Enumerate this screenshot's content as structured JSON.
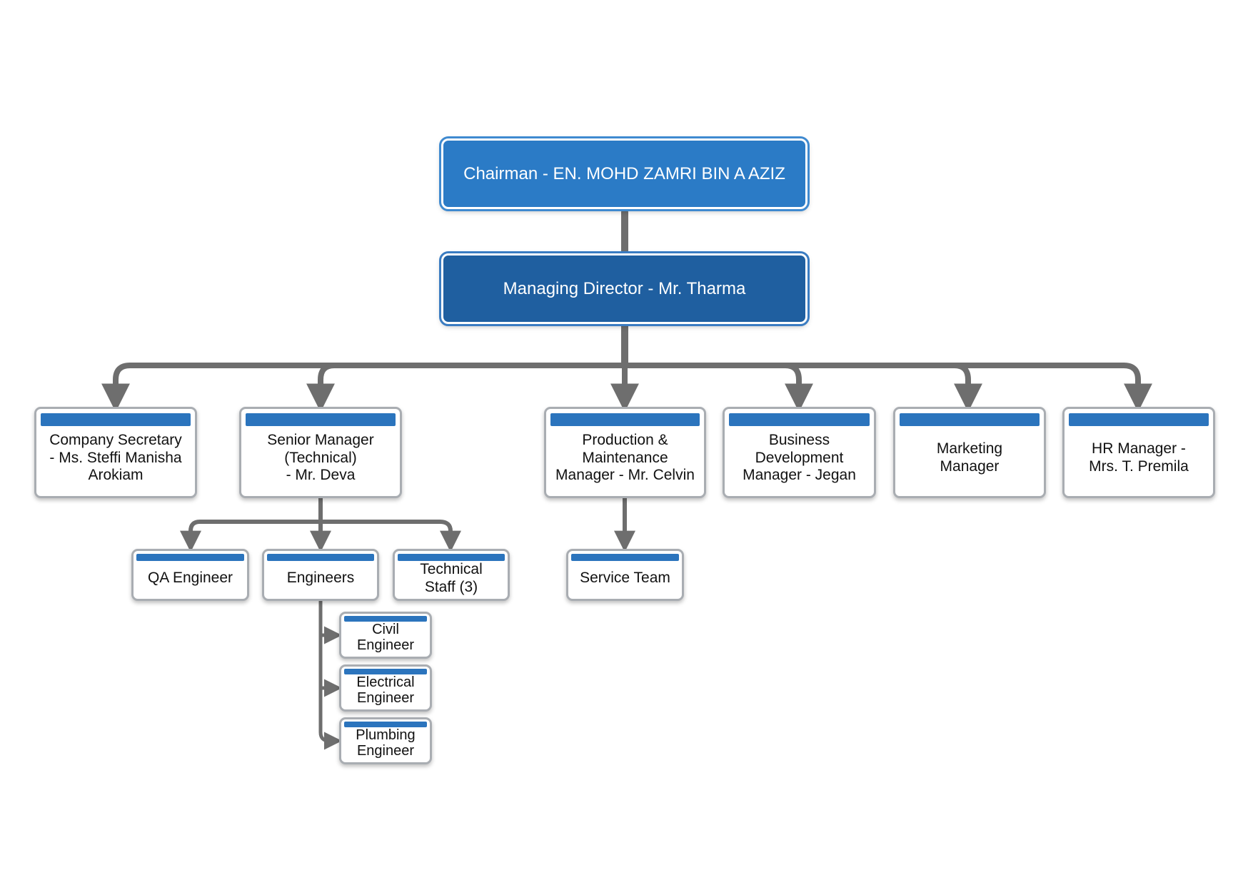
{
  "chairman": "Chairman - EN. MOHD ZAMRI BIN A AZIZ",
  "managing_director": "Managing Director - Mr. Tharma",
  "departments": {
    "company_secretary": "Company Secretary\n- Ms. Steffi Manisha\nArokiam",
    "senior_manager": "Senior Manager\n(Technical)\n- Mr. Deva",
    "production": "Production &\nMaintenance\nManager - Mr. Celvin",
    "business_dev": "Business\nDevelopment\nManager - Jegan",
    "marketing": "Marketing\nManager",
    "hr": "HR Manager -\nMrs. T. Premila"
  },
  "technical_team": {
    "qa": "QA Engineer",
    "engineers": "Engineers",
    "technical_staff": "Technical\nStaff (3)"
  },
  "engineer_types": {
    "civil": "Civil\nEngineer",
    "electrical": "Electrical\nEngineer",
    "plumbing": "Plumbing\nEngineer"
  },
  "production_team": {
    "service": "Service Team"
  },
  "colors": {
    "chairman_fill": "#2b7bc6",
    "md_fill": "#1f5fa0",
    "header_bar": "#2b74bd",
    "connector": "#6e6e6e"
  }
}
